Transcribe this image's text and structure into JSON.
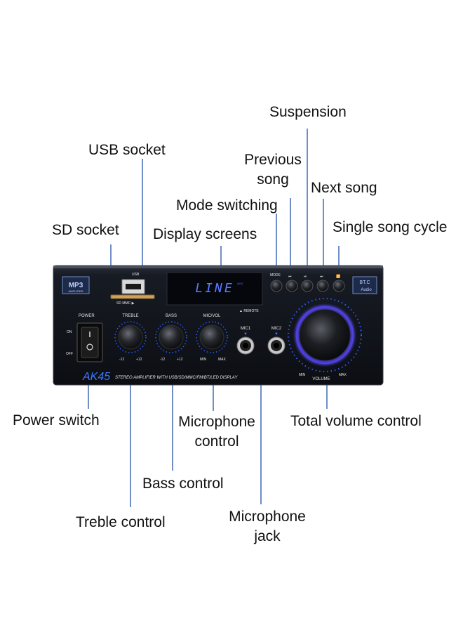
{
  "callouts": {
    "suspension": "Suspension",
    "usb_socket": "USB socket",
    "previous_song": "Previous song",
    "next_song": "Next song",
    "mode_switching": "Mode switching",
    "sd_socket": "SD socket",
    "display_screens": "Display screens",
    "single_song_cycle": "Single song cycle",
    "power_switch": "Power switch",
    "microphone_control": "Microphone control",
    "total_volume_control": "Total volume control",
    "bass_control": "Bass control",
    "treble_control": "Treble control",
    "microphone_jack": "Microphone jack"
  },
  "device": {
    "badge_mp3": "MP3",
    "badge_amplifier": "AMPLIFIER",
    "usb_label": "USB",
    "sd_label": "SD MMC ▶",
    "display_text": "LINE",
    "display_sub": "AUX",
    "remote_label": "▲ REMOTE",
    "mode_label": "MODE",
    "power_label": "POWER",
    "on_label": "ON",
    "off_label": "OFF",
    "treble_label": "TREBLE",
    "bass_label": "BASS",
    "micvol_label": "MIC/VOL",
    "mic1_label": "MIC1",
    "mic2_label": "MIC2",
    "volume_label": "VOLUME",
    "min_label": "MIN",
    "max_label": "MAX",
    "minus12": "-12",
    "plus12": "+12",
    "model": "AK45",
    "strip_text": "STEREO AMPLIFIER WITH USB/SD/MMC/FM/BT/LED DISPLAY",
    "bt_badge_top": "BT.C",
    "bt_badge_bottom": "Audio"
  },
  "colors": {
    "panel": "#141820",
    "led_blue": "#2b5cff",
    "pointer_line": "#6f8fc6"
  }
}
